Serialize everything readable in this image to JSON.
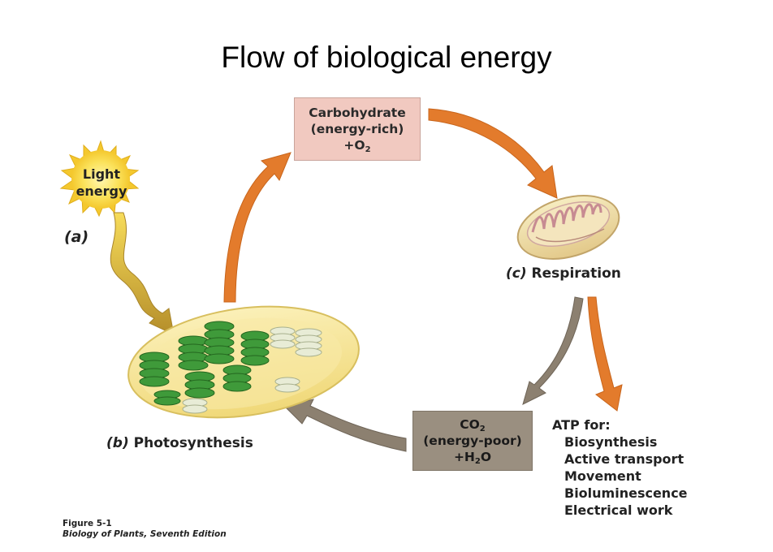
{
  "title": "Flow of biological energy",
  "nodes": {
    "carbohydrate": {
      "line1": "Carbohydrate",
      "line2": "(energy-rich)",
      "line3_main": "+O",
      "line3_sub": "2"
    },
    "co2": {
      "line1_main": "CO",
      "line1_sub": "2",
      "line2": "(energy-poor)",
      "line3_main": "+H",
      "line3_sub": "2",
      "line3_tail": "O"
    }
  },
  "light": {
    "line1": "Light",
    "line2": "energy"
  },
  "labels": {
    "a": "(a)",
    "b_tag": "(b)",
    "b_text": "Photosynthesis",
    "c_tag": "(c)",
    "c_text": "Respiration"
  },
  "atp": {
    "heading": "ATP for:",
    "items": [
      "Biosynthesis",
      "Active transport",
      "Movement",
      "Bioluminescence",
      "Electrical work"
    ]
  },
  "caption": {
    "figure": "Figure 5-1",
    "source": "Biology of Plants, Seventh Edition"
  },
  "colors": {
    "orange_arrow": "#e37b2c",
    "gray_arrow": "#8c8070",
    "light_arrow": "#c9a233",
    "sun": "#fbd94a",
    "carb_box": "#f1c9c0",
    "co2_box": "#9a8f80",
    "thylakoid": "#3f9a3a",
    "chloroplast": "#f6e8a2"
  }
}
